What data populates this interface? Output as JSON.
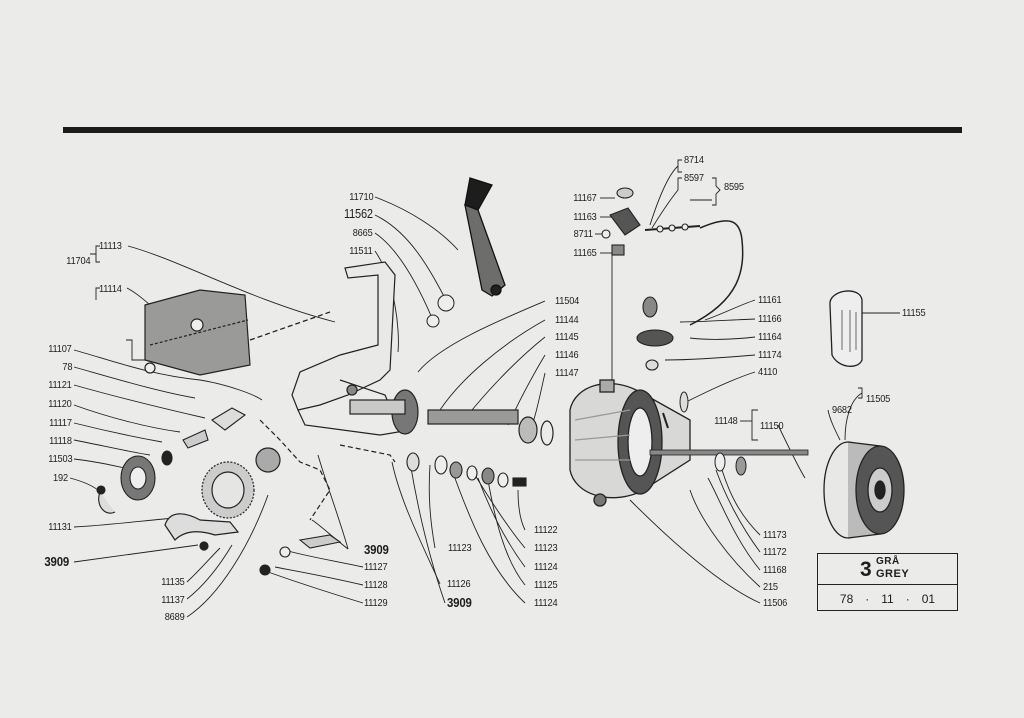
{
  "labels": {
    "n11704": "11704",
    "n11113": "11113",
    "n11114": "11114",
    "n11107": "11107",
    "n78": "78",
    "n11121": "11121",
    "n11120": "11120",
    "n11117": "11117",
    "n11118": "11118",
    "n11503": "11503",
    "n192": "192",
    "n11131": "11131",
    "n3909a": "3909",
    "n11135": "11135",
    "n11137": "11137",
    "n8689": "8689",
    "n11710": "11710",
    "n11562": "11562",
    "n8665": "8665",
    "n11511": "11511",
    "n3909b": "3909",
    "n11127": "11127",
    "n11128": "11128",
    "n11129": "11129",
    "n11126": "11126",
    "n3909c": "3909",
    "n11504": "11504",
    "n11144": "11144",
    "n11145": "11145",
    "n11146": "11146",
    "n11147": "11147",
    "n11122": "11122",
    "n11123a": "11123",
    "n11123b": "11123",
    "n11124a": "11124",
    "n11125": "11125",
    "n11124b": "11124",
    "n8714": "8714",
    "n8597": "8597",
    "n8595": "8595",
    "n11167": "11167",
    "n11163": "11163",
    "n8711": "8711",
    "n11165": "11165",
    "n11161": "11161",
    "n11166": "11166",
    "n11164": "11164",
    "n11174": "11174",
    "n4110": "4110",
    "n11155": "11155",
    "n11505": "11505",
    "n9682": "9682",
    "n11148": "11148",
    "n11150": "11150",
    "n11173": "11173",
    "n11172": "11172",
    "n11168": "11168",
    "n215": "215",
    "n11506": "11506"
  },
  "stamp": {
    "number": "3",
    "sv": "GRÅ",
    "en": "GREY",
    "date": [
      "78",
      "·",
      "11",
      "·",
      "01"
    ]
  }
}
